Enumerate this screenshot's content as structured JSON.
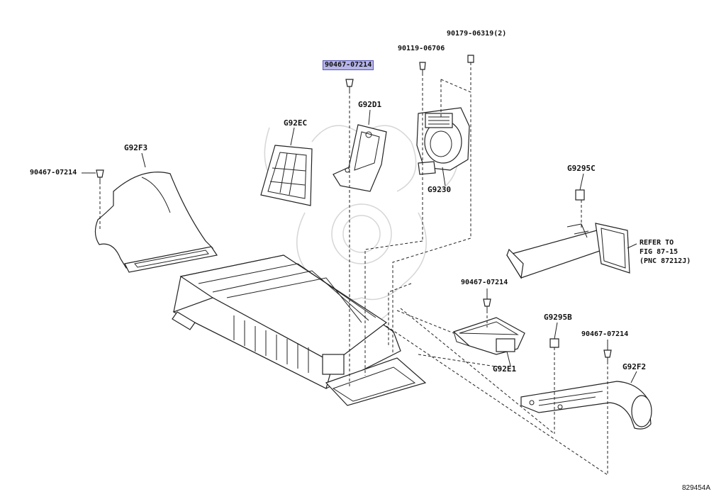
{
  "labels": {
    "bolt_top_highlight": "90467-07214",
    "bolt_top_center": "90119-06706",
    "bolt_top_right": "90179-06319(2)",
    "bolt_left": "90467-07214",
    "bolt_mid_right": "90467-07214",
    "bolt_lower_right": "90467-07214",
    "part_g92f3": "G92F3",
    "part_g92ec": "G92EC",
    "part_g92d1": "G92D1",
    "part_g9230": "G9230",
    "part_g9295c": "G9295C",
    "part_g92e1": "G92E1",
    "part_g9295b": "G9295B",
    "part_g92f2": "G92F2"
  },
  "reference_note": {
    "line1": "REFER TO",
    "line2": "FIG 87-15",
    "line3": "(PNC 87212J)"
  },
  "figure_id": "829454A",
  "colors": {
    "highlight_fill": "#b7b5ea",
    "highlight_border": "#5a58b6",
    "line": "#222222",
    "watermark": "#d6d6d6"
  }
}
